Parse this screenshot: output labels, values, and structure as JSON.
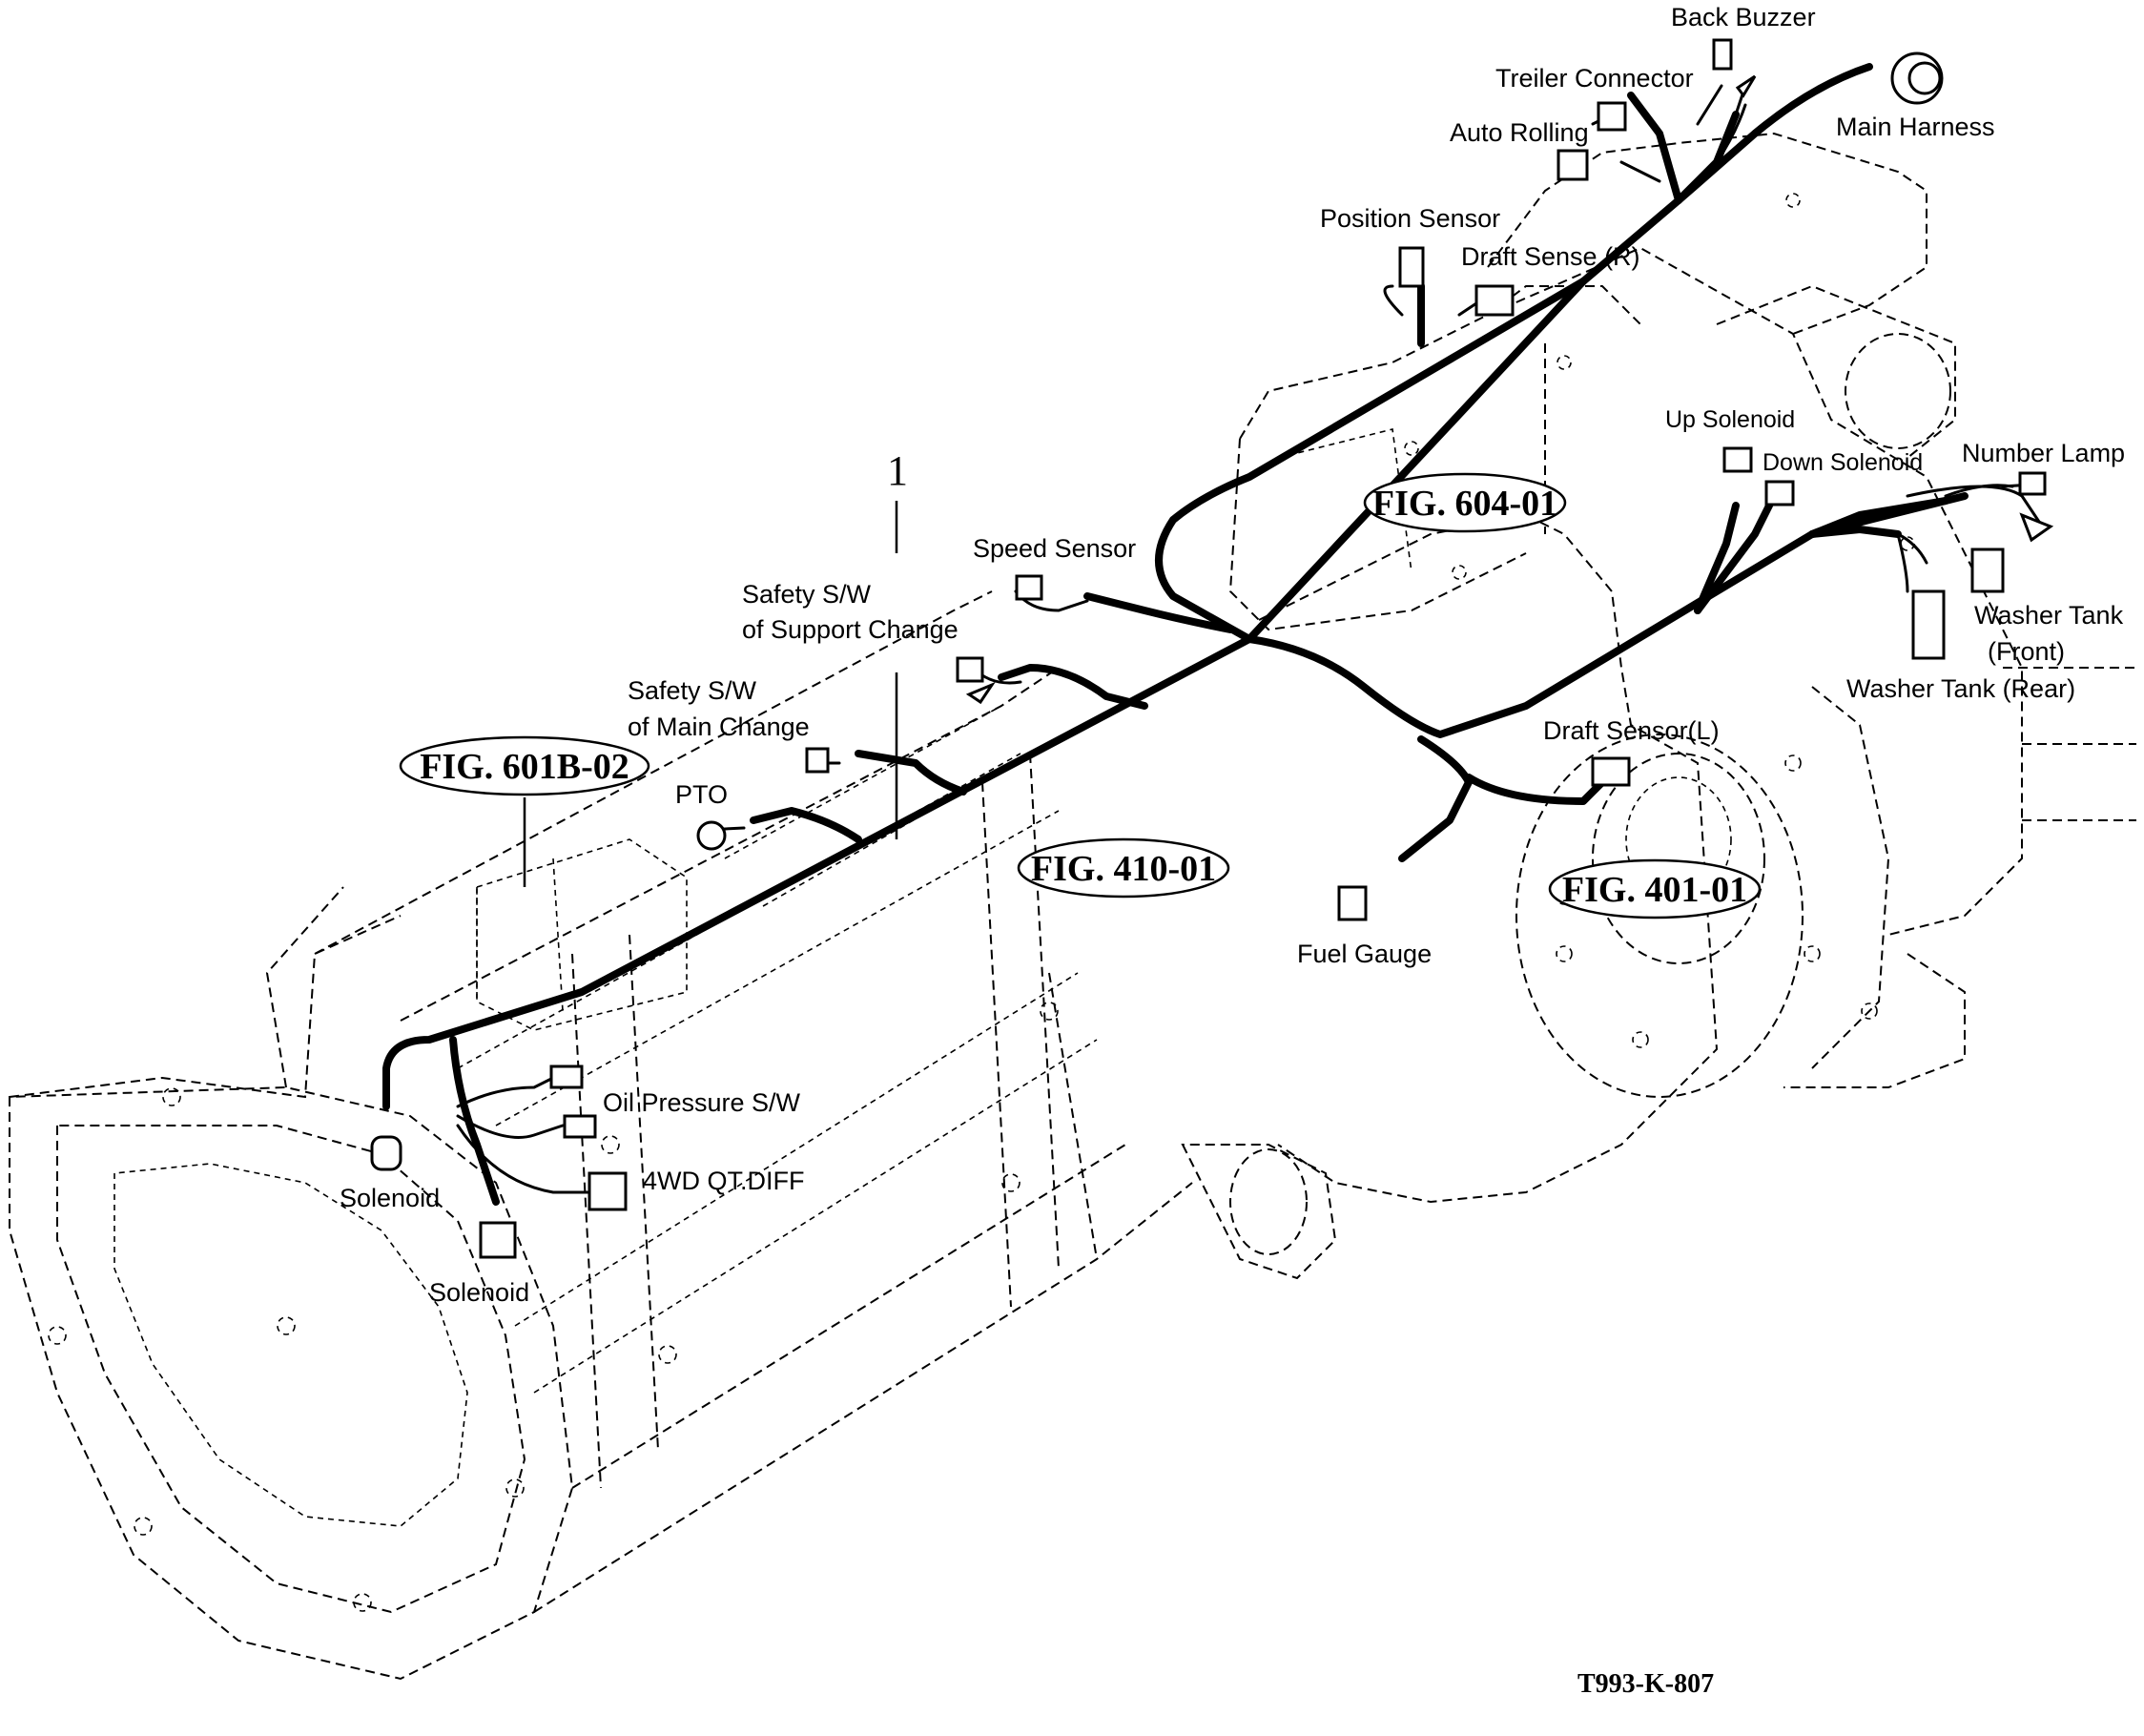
{
  "diagram": {
    "labels": {
      "back_buzzer": "Back Buzzer",
      "treiler_connector": "Treiler Connector",
      "main_harness": "Main Harness",
      "auto_rolling": "Auto Rolling",
      "position_sensor": "Position Sensor",
      "draft_sense_r": "Draft Sense (R)",
      "up_solenoid": "Up Solenoid",
      "down_solenoid": "Down Solenoid",
      "number_lamp": "Number Lamp",
      "washer_tank_front_1": "Washer Tank",
      "washer_tank_front_2": "(Front)",
      "washer_tank_rear": "Washer Tank (Rear)",
      "speed_sensor": "Speed Sensor",
      "safety_sw_support_1": "Safety S/W",
      "safety_sw_support_2": "of Support Change",
      "safety_sw_main_1": "Safety S/W",
      "safety_sw_main_2": "of Main Change",
      "pto": "PTO",
      "draft_sensor_l": "Draft Sensor(L)",
      "fuel_gauge": "Fuel Gauge",
      "oil_pressure_sw": "Oil Pressure S/W",
      "fwd_qt_diff": "4WD QT.DIFF",
      "solenoid_1": "Solenoid",
      "solenoid_2": "Solenoid"
    },
    "figure_refs": {
      "fig_604": "FIG. 604-01",
      "fig_601b": "FIG. 601B-02",
      "fig_410": "FIG. 410-01",
      "fig_401": "FIG. 401-01"
    },
    "part_number": "1",
    "drawing_code": "T993-K-807"
  }
}
